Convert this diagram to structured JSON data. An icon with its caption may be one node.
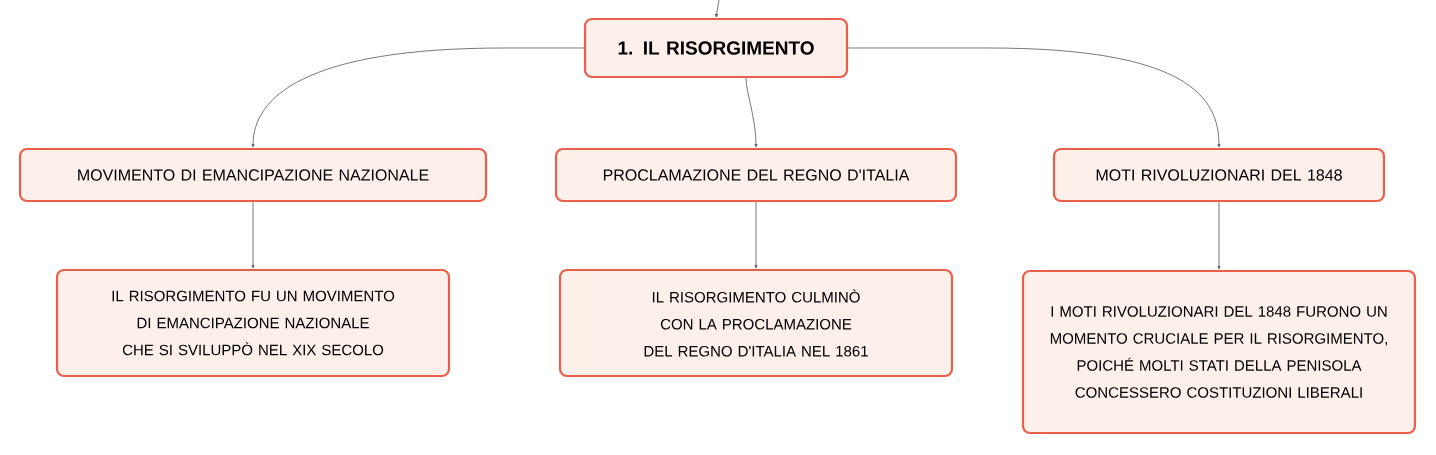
{
  "diagram": {
    "nodes": [
      {
        "text": [
          "1. IL RISORGIMENTO"
        ]
      },
      {
        "text": [
          "MOVIMENTO DI EMANCIPAZIONE NAZIONALE"
        ]
      },
      {
        "text": [
          "PROCLAMAZIONE DEL REGNO D'ITALIA"
        ]
      },
      {
        "text": [
          "MOTI RIVOLUZIONARI DEL 1848"
        ]
      },
      {
        "text": [
          "IL RISORGIMENTO FU UN MOVIMENTO DI EMANCIPAZIONE NAZIONALE CHE SI SVILUPPÒ NEL XIX SECOLO"
        ]
      },
      {
        "text": [
          "IL RISORGIMENTO CULMINÒ CON LA PROCLAMAZIONE DEL REGNO D'ITALIA NEL 1861"
        ]
      },
      {
        "text": [
          "I MOTI RIVOLUZIONARI DEL 1848 FURONO UN MOMENTO CRUCIALE PER IL RISORGIMENTO, POICHÉ MOLTI STATI DELLA PENISOLA CONCESSERO COSTITUZIONI LIBERALI"
        ]
      }
    ],
    "edges": [
      {
        "from": null,
        "to": 0,
        "arrow": "to"
      },
      {
        "from": 0,
        "to": 1,
        "arrow": "to"
      },
      {
        "from": 0,
        "to": 2,
        "arrow": "to"
      },
      {
        "from": 0,
        "to": 3,
        "arrow": "to"
      },
      {
        "from": 1,
        "to": 4,
        "arrow": "to"
      },
      {
        "from": 2,
        "to": 5,
        "arrow": "to"
      },
      {
        "from": 3,
        "to": 6,
        "arrow": "to"
      }
    ]
  }
}
